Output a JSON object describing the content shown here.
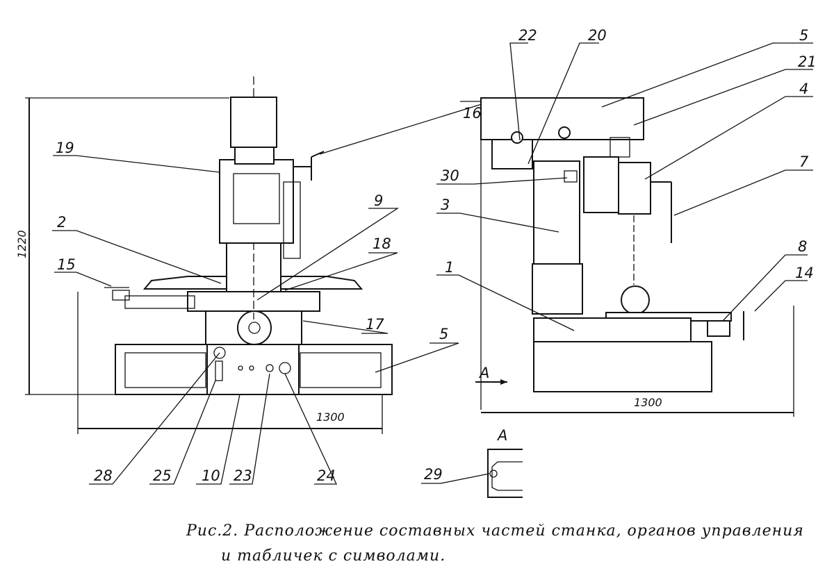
{
  "figure": {
    "caption_line1": "Рис.2. Расположение составных частей станка, органов управления",
    "caption_line2": "и табличек с символами."
  },
  "left_view": {
    "dimensions": {
      "height": "1220",
      "width": "1300"
    },
    "callouts": [
      "16",
      "19",
      "2",
      "9",
      "18",
      "15",
      "17",
      "5",
      "28",
      "25",
      "10",
      "23",
      "24"
    ]
  },
  "right_view": {
    "dimensions": {
      "width": "1300"
    },
    "section_marker": "A",
    "callouts": [
      "22",
      "20",
      "5",
      "21",
      "4",
      "30",
      "7",
      "3",
      "8",
      "1",
      "14"
    ]
  },
  "section_view": {
    "title": "A",
    "callouts": [
      "29"
    ]
  }
}
